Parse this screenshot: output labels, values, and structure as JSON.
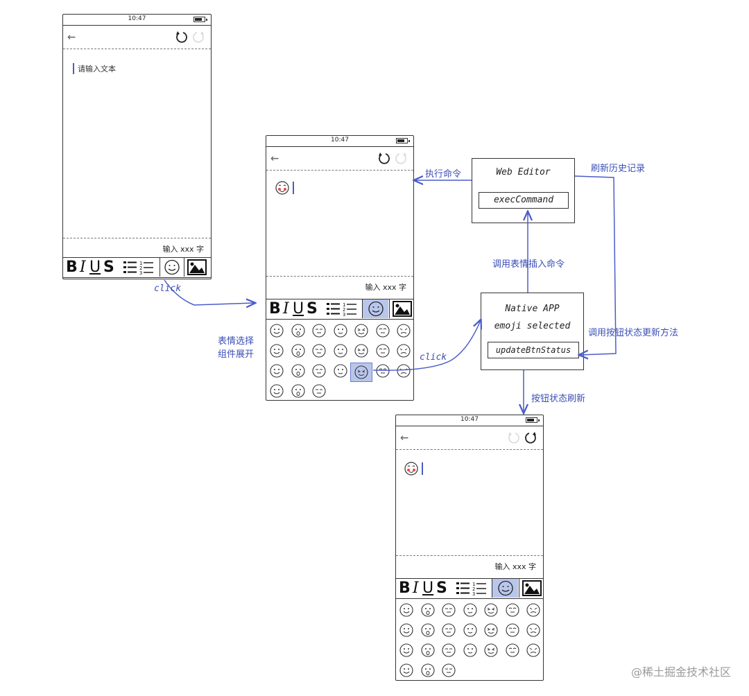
{
  "phone1": {
    "time": "10:47",
    "placeholder": "请输入文本",
    "counter": "输入 xxx 字"
  },
  "phone2": {
    "time": "10:47",
    "counter": "输入 xxx 字"
  },
  "phone3": {
    "time": "10:47",
    "counter": "输入 xxx 字"
  },
  "toolbar": {
    "bold": "B",
    "italic": "I",
    "underline": "U",
    "strike": "S"
  },
  "web_editor": {
    "title": "Web Editor",
    "command": "execCommand"
  },
  "native_app": {
    "title_line1": "Native APP",
    "title_line2": "emoji selected",
    "command": "updateBtnStatus"
  },
  "flow_labels": {
    "execute_command": "执行命令",
    "refresh_history": "刷新历史记录",
    "call_insert_emoji": "调用表情插入命令",
    "call_update_btn_status": "调用按钮状态更新方法",
    "button_status_refresh": "按钮状态刷新",
    "emoji_picker_expand_line1": "表情选择",
    "emoji_picker_expand_line2": "组件展开",
    "click_1": "click",
    "click_2": "click"
  },
  "watermark": "@稀土掘金技术社区",
  "colors": {
    "arrow": "#4a5cc9",
    "active_bg": "#b9c6ec",
    "outline": "#333333"
  }
}
